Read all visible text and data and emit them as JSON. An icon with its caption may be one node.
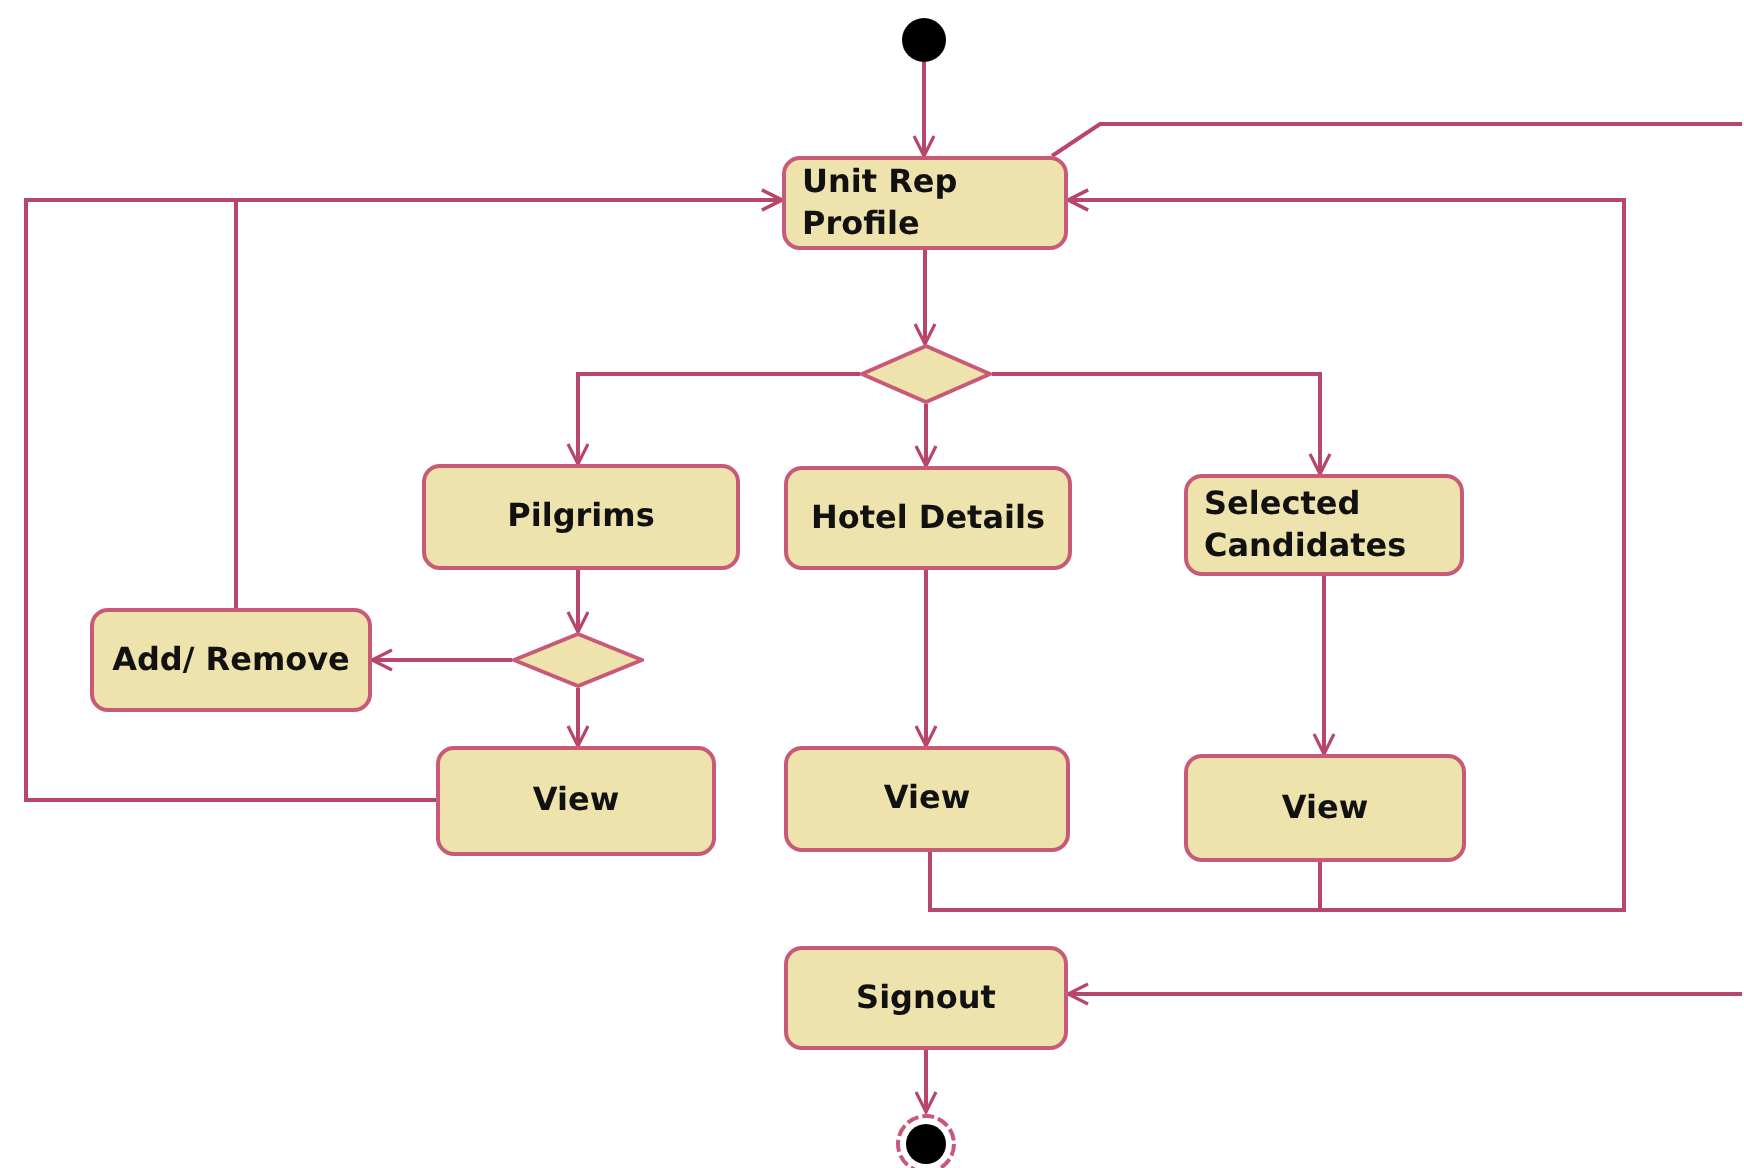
{
  "diagram": {
    "nodes": [
      {
        "text": [],
        "shape": "circle"
      },
      {
        "text": [
          "Unit Rep Profile"
        ]
      },
      {
        "text": [],
        "shape": "diamond"
      },
      {
        "text": [
          "Pilgrims"
        ]
      },
      {
        "text": [
          "Hotel Details"
        ]
      },
      {
        "text": [
          "Selected Candidates"
        ]
      },
      {
        "text": [],
        "shape": "diamond"
      },
      {
        "text": [
          "Add/ Remove"
        ]
      },
      {
        "text": [
          "View"
        ]
      },
      {
        "text": [
          "View"
        ]
      },
      {
        "text": [
          "View"
        ]
      },
      {
        "text": [
          "Signout"
        ]
      },
      {
        "text": [],
        "shape": "circle"
      }
    ],
    "edges": [
      {
        "from": 0,
        "to": 1,
        "arrow": "to"
      },
      {
        "from": 1,
        "to": 2,
        "arrow": "to"
      },
      {
        "from": 2,
        "to": 3,
        "arrow": "to"
      },
      {
        "from": 2,
        "to": 4,
        "arrow": "to"
      },
      {
        "from": 2,
        "to": 5,
        "arrow": "to"
      },
      {
        "from": 3,
        "to": 6,
        "arrow": "to"
      },
      {
        "from": 6,
        "to": 7,
        "arrow": "to"
      },
      {
        "from": 6,
        "to": 8,
        "arrow": "to"
      },
      {
        "from": 7,
        "to": 1,
        "arrow": "to"
      },
      {
        "from": 8,
        "to": 1,
        "arrow": "to"
      },
      {
        "from": 4,
        "to": 9,
        "arrow": "to"
      },
      {
        "from": 5,
        "to": 10,
        "arrow": "to"
      },
      {
        "from": 9,
        "to": 1,
        "arrow": "to"
      },
      {
        "from": 10,
        "to": 1,
        "arrow": "to"
      },
      {
        "from": 1,
        "to": null,
        "arrow": "none"
      },
      {
        "from": null,
        "to": 11,
        "arrow": "to"
      },
      {
        "from": 11,
        "to": 12,
        "arrow": "to"
      }
    ]
  }
}
